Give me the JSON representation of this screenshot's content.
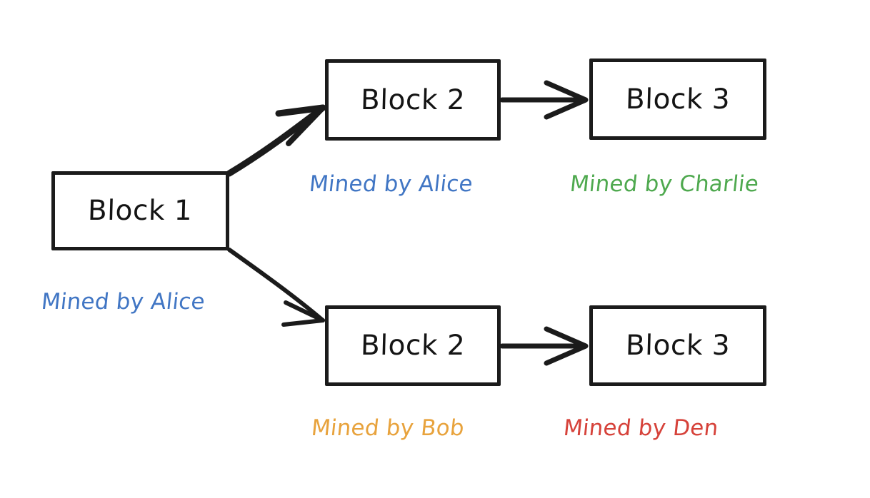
{
  "diagram": {
    "title": "Blockchain fork diagram",
    "background_color": "#ffffff",
    "stroke_color": "#1b1b1b",
    "palette": {
      "alice": "#4176c4",
      "charlie": "#4fa94f",
      "bob": "#e8a33d",
      "den": "#d6423a",
      "ink": "#141414"
    },
    "blocks": [
      {
        "id": "block-1",
        "label": "Block 1",
        "chain": "root",
        "height": 1
      },
      {
        "id": "block-2-top",
        "label": "Block 2",
        "chain": "upper",
        "height": 2
      },
      {
        "id": "block-3-top",
        "label": "Block 3",
        "chain": "upper",
        "height": 3
      },
      {
        "id": "block-2-bot",
        "label": "Block 2",
        "chain": "lower",
        "height": 2
      },
      {
        "id": "block-3-bot",
        "label": "Block 3",
        "chain": "lower",
        "height": 3
      }
    ],
    "captions": [
      {
        "id": "caption-block-1",
        "text": "Mined by Alice",
        "miner": "Alice",
        "color": "#4176c4"
      },
      {
        "id": "caption-block-2-top",
        "text": "Mined by Alice",
        "miner": "Alice",
        "color": "#4176c4"
      },
      {
        "id": "caption-block-3-top",
        "text": "Mined by Charlie",
        "miner": "Charlie",
        "color": "#4fa94f"
      },
      {
        "id": "caption-block-2-bot",
        "text": "Mined by Bob",
        "miner": "Bob",
        "color": "#e8a33d"
      },
      {
        "id": "caption-block-3-bot",
        "text": "Mined by Den",
        "miner": "Den",
        "color": "#d6423a"
      }
    ],
    "arrows": [
      {
        "id": "arrow-fork-up",
        "from": "block-1",
        "to": "block-2-top",
        "style": "thick-diagonal-up"
      },
      {
        "id": "arrow-fork-down",
        "from": "block-1",
        "to": "block-2-bot",
        "style": "thin-diagonal-down"
      },
      {
        "id": "arrow-top-chain",
        "from": "block-2-top",
        "to": "block-3-top",
        "style": "horizontal"
      },
      {
        "id": "arrow-bot-chain",
        "from": "block-2-bot",
        "to": "block-3-bot",
        "style": "horizontal"
      }
    ]
  }
}
